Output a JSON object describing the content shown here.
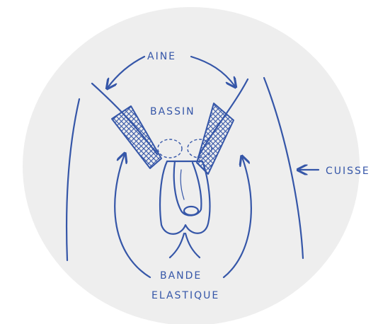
{
  "labels": {
    "aine": "AINE",
    "bassin": "BASSIN",
    "cuisse": "CUISSE",
    "bande_line1": "BANDE",
    "bande_line2": "ELASTIQUE"
  },
  "colors": {
    "ink": "#3556a8",
    "background_disc": "#eeeeee"
  }
}
